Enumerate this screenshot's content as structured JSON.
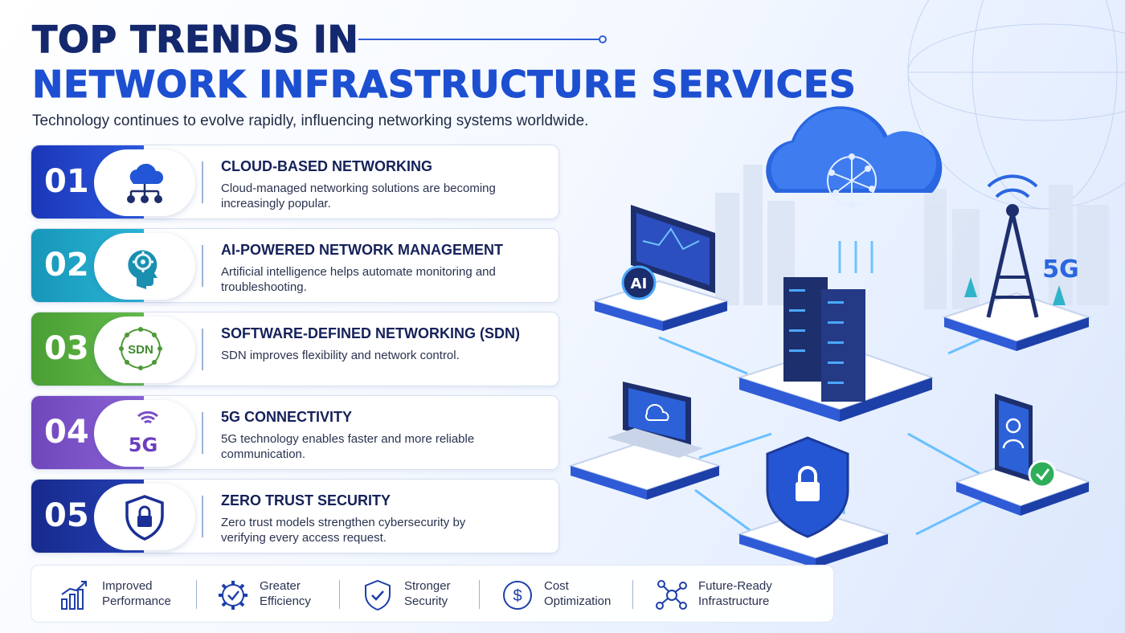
{
  "header": {
    "title_line1": "TOP TRENDS IN",
    "title_line2": "NETWORK INFRASTRUCTURE SERVICES",
    "subtitle": "Technology continues to evolve rapidly, influencing networking systems worldwide."
  },
  "trends": [
    {
      "number": "01",
      "title": "CLOUD-BASED NETWORKING",
      "desc": "Cloud-managed networking solutions are becoming increasingly popular.",
      "icon": "cloud-network-icon",
      "color": "#1f3fc4"
    },
    {
      "number": "02",
      "title": "AI-POWERED NETWORK MANAGEMENT",
      "desc": "Artificial intelligence helps automate monitoring and troubleshooting.",
      "icon": "ai-head-icon",
      "color": "#1f9fc2"
    },
    {
      "number": "03",
      "title": "SOFTWARE-DEFINED NETWORKING (SDN)",
      "desc": "SDN improves flexibility and network control.",
      "icon": "sdn-icon",
      "icon_text": "SDN",
      "color": "#53a93c"
    },
    {
      "number": "04",
      "title": "5G CONNECTIVITY",
      "desc": "5G technology enables faster and more reliable communication.",
      "icon": "5g-signal-icon",
      "icon_text": "5G",
      "color": "#7d52c6"
    },
    {
      "number": "05",
      "title": "ZERO TRUST SECURITY",
      "desc": "Zero trust models strengthen cybersecurity by verifying every access request.",
      "icon": "shield-lock-icon",
      "color": "#1c2f94"
    }
  ],
  "benefits": [
    {
      "label": "Improved Performance",
      "icon": "bar-chart-icon"
    },
    {
      "label": "Greater Efficiency",
      "icon": "gear-check-icon"
    },
    {
      "label": "Stronger Security",
      "icon": "shield-check-icon"
    },
    {
      "label": "Cost Optimization",
      "icon": "dollar-icon"
    },
    {
      "label": "Future-Ready Infrastructure",
      "icon": "network-nodes-icon"
    }
  ],
  "illustration": {
    "ai_label": "AI",
    "tower_label": "5G"
  }
}
